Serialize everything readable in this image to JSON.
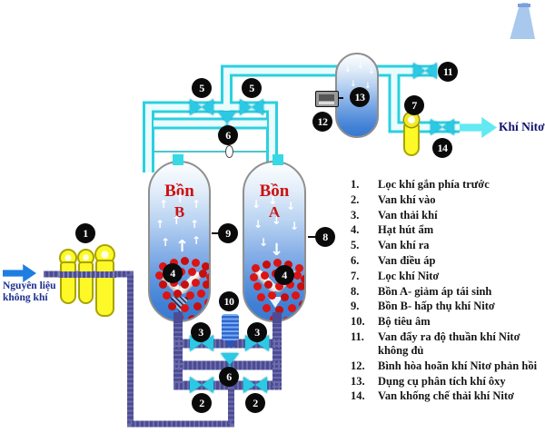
{
  "badges": {
    "n1": "1",
    "n2": "2",
    "n3": "3",
    "n4": "4",
    "n5": "5",
    "n6": "6",
    "n7": "7",
    "n8": "8",
    "n9": "9",
    "n10": "10",
    "n11": "11",
    "n12": "12",
    "n13": "13",
    "n14": "14"
  },
  "labels": {
    "tank_b_name": "Bồn",
    "tank_b_letter": "B",
    "tank_a_name": "Bồn",
    "tank_a_letter": "A",
    "inlet_line1": "Nguyên liệu",
    "inlet_line2": "không khí",
    "outlet": "Khí Nitơ"
  },
  "glyphs": {
    "up": "↑",
    "down": "↓"
  },
  "legend": {
    "items": [
      {
        "num": "1.",
        "text": "Lọc khí gắn phía trước"
      },
      {
        "num": "2.",
        "text": "Van khí vào"
      },
      {
        "num": "3.",
        "text": "Van thải khí"
      },
      {
        "num": "4.",
        "text": "Hạt hút ẩm"
      },
      {
        "num": "5.",
        "text": "Van khí ra"
      },
      {
        "num": "6.",
        "text": "Van điều áp"
      },
      {
        "num": "7.",
        "text": "Lọc khí Nitơ"
      },
      {
        "num": "8.",
        "text": "Bồn A- giảm áp tái sinh"
      },
      {
        "num": "9.",
        "text": "Bồn B- hấp thụ khí Nitơ"
      },
      {
        "num": "10.",
        "text": "Bộ tiêu âm"
      },
      {
        "num": "11.",
        "text": "Van đẩy ra độ thuần khí Nitơ không đủ"
      },
      {
        "num": "12.",
        "text": "Bình hòa hoãn khí Nitơ phản hồi"
      },
      {
        "num": "13.",
        "text": "Dụng cụ phân tích khí ôxy"
      },
      {
        "num": "14.",
        "text": "Van khống chế thải khí Nitơ"
      }
    ]
  },
  "colors": {
    "pipe_cyan": "#2bd0e0",
    "pipe_purple": "#4c4c94",
    "valve_cyan": "#2cc9e4",
    "tank_blue_bottom": "#3a79d2",
    "bead_red": "#dc1414",
    "badge_bg": "#0a0a0a",
    "tank_label_red": "#cc1111",
    "outlet_text_navy": "#10106e"
  }
}
